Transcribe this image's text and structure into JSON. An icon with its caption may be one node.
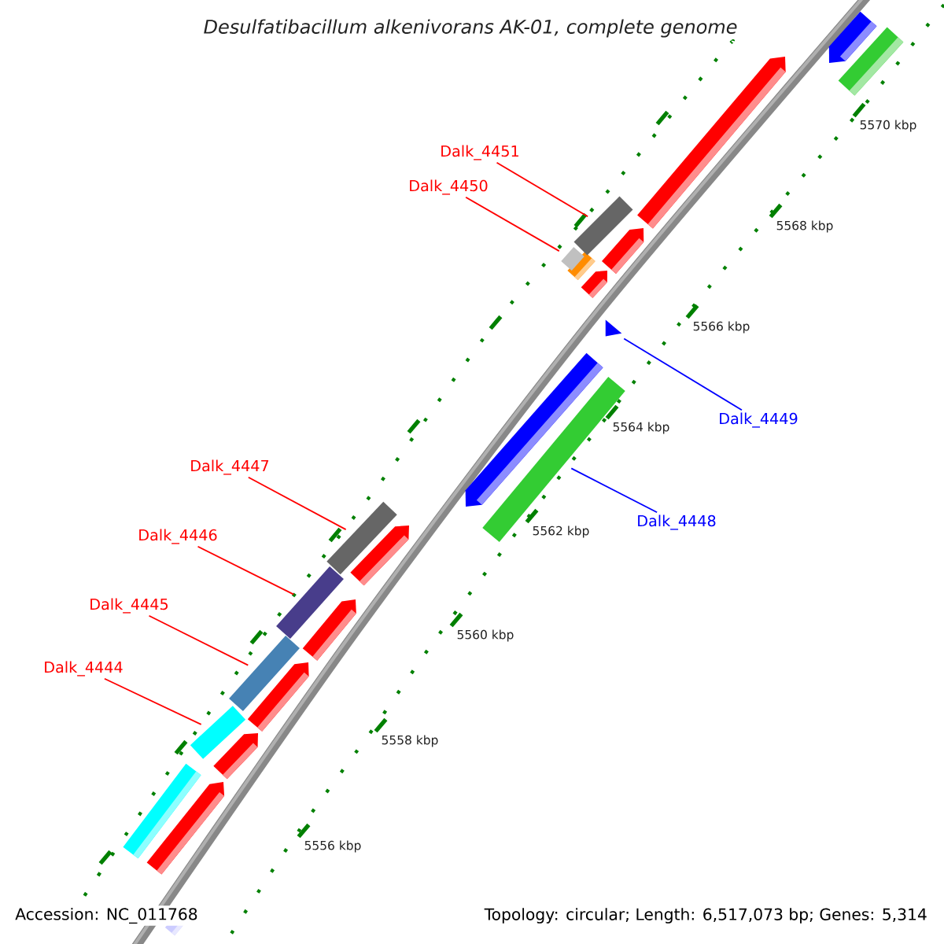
{
  "diagram": {
    "title": "Desulfatibacillum alkenivorans AK-01, complete genome",
    "nodes": [
      {
        "text": [
          "Dalk_4451"
        ]
      },
      {
        "text": [
          "Dalk_4450"
        ]
      },
      {
        "text": [
          "Dalk_4449"
        ]
      },
      {
        "text": [
          "Dalk_4448"
        ]
      },
      {
        "text": [
          "Dalk_4447"
        ]
      },
      {
        "text": [
          "Dalk_4446"
        ]
      },
      {
        "text": [
          "Dalk_4445"
        ]
      },
      {
        "text": [
          "Dalk_4444"
        ]
      },
      {
        "text": [],
        "shape": "bar"
      },
      {
        "text": [],
        "shape": "bar"
      },
      {
        "text": [],
        "shape": "triangle"
      },
      {
        "text": [],
        "shape": "bar"
      },
      {
        "text": [],
        "shape": "bar"
      },
      {
        "text": [],
        "shape": "bar"
      },
      {
        "text": [],
        "shape": "bar"
      },
      {
        "text": [],
        "shape": "bar"
      }
    ],
    "edges": [
      {
        "from": 0,
        "to": 8,
        "arrow": "none"
      },
      {
        "from": 1,
        "to": 9,
        "arrow": "none"
      },
      {
        "from": 2,
        "to": 10,
        "arrow": "none",
        "color": "#0000ff"
      },
      {
        "from": 3,
        "to": 11,
        "arrow": "none",
        "color": "#0000ff"
      },
      {
        "from": 4,
        "to": 12,
        "arrow": "none"
      },
      {
        "from": 5,
        "to": 13,
        "arrow": "none"
      },
      {
        "from": 6,
        "to": 14,
        "arrow": "none"
      },
      {
        "from": 7,
        "to": 15,
        "arrow": "none"
      }
    ],
    "labels": [
      "5570 kbp",
      "5568 kbp",
      "5566 kbp",
      "5564 kbp",
      "5562 kbp",
      "5560 kbp",
      "5558 kbp",
      "5556 kbp",
      "Accession: NC_011768",
      "Topology: circular; Length: 6,517,073 bp; Genes: 5,314"
    ]
  }
}
